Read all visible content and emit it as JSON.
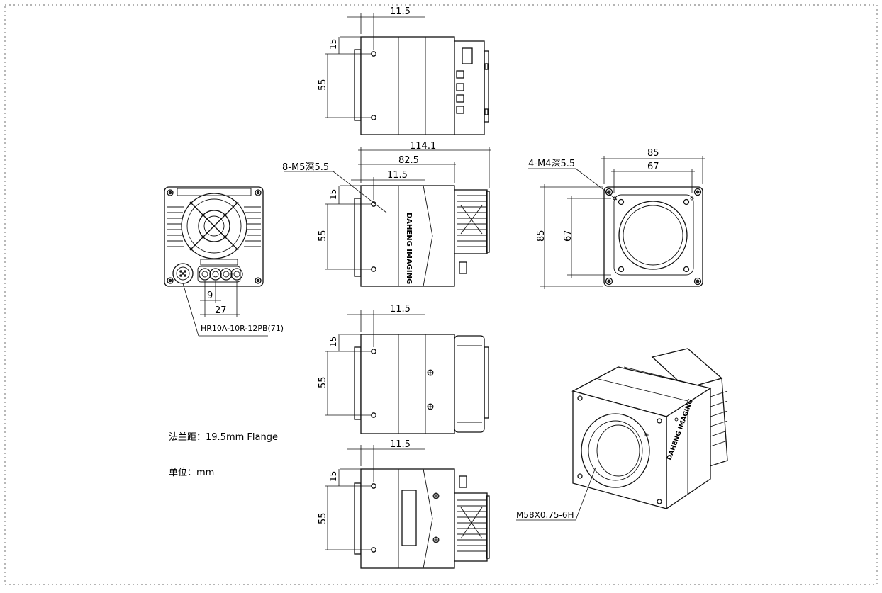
{
  "drawing": {
    "dims": {
      "top_view_11_5": "11.5",
      "top_view_15": "15",
      "top_view_55": "55",
      "side_114_1": "114.1",
      "side_82_5": "82.5",
      "side_11_5": "11.5",
      "side_15": "15",
      "side_55": "55",
      "side_thread": "8-M5深5.5",
      "front_85_w": "85",
      "front_67_w": "67",
      "front_85_h": "85",
      "front_67_h": "67",
      "front_thread": "4-M4深5.5",
      "back_9": "9",
      "back_27": "27",
      "back_connector": "HR10A-10R-12PB(71)",
      "bottom_view_11_5": "11.5",
      "bottom_view_15": "15",
      "bottom_view_55": "55",
      "view4_11_5": "11.5",
      "view4_15": "15",
      "view4_55": "55",
      "lens_thread": "M58X0.75-6H"
    },
    "brand_text": "DAHENG IMAGING",
    "notes": {
      "flange": "法兰距：19.5mm Flange",
      "unit": "单位：mm"
    }
  }
}
